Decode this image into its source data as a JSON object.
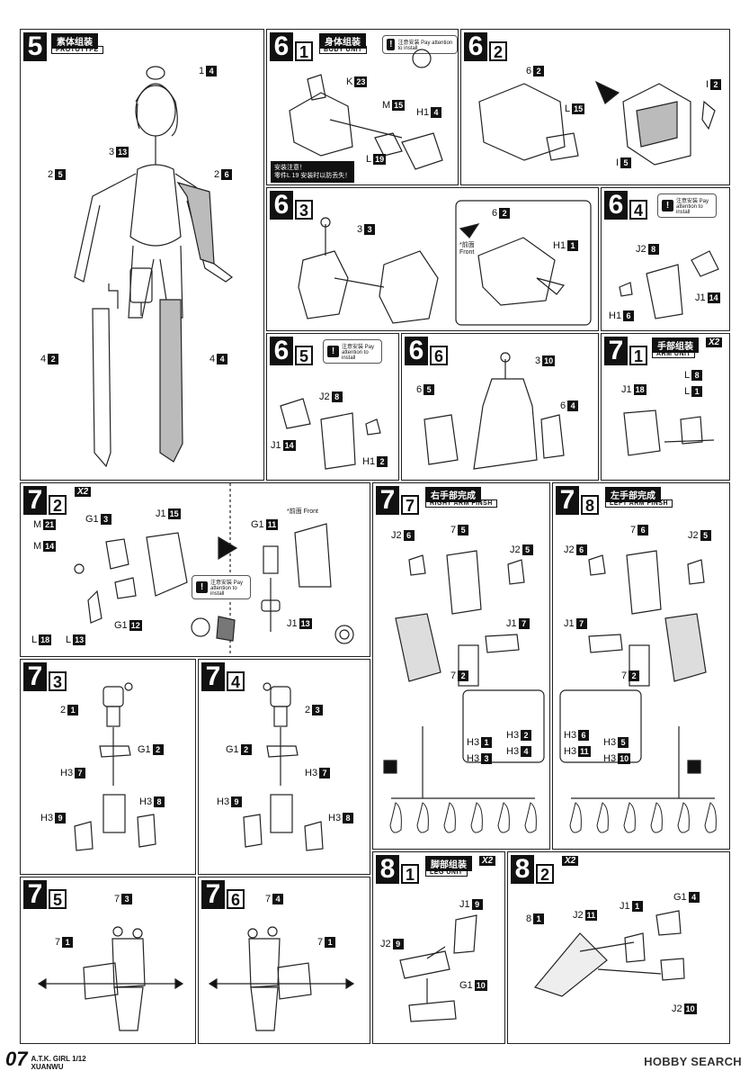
{
  "page": {
    "number": "07",
    "kit_name": "A.T.K. GIRL 1/12",
    "kit_sub": "XUANWU",
    "watermark": "HOBBY SEARCH"
  },
  "steps": {
    "s5": {
      "num": "5",
      "title": "素体组装",
      "subtitle": "PROTOTYPE",
      "labels": {
        "a": "1",
        "an": "4",
        "b": "3",
        "bn": "13",
        "c": "2",
        "cn": "5",
        "d": "2",
        "dn": "6",
        "e": "4",
        "en": "2",
        "f": "4",
        "fn": "4"
      }
    },
    "s61": {
      "num": "6",
      "sub": "1",
      "title": "身体组装",
      "subtitle": "BODY UNIT",
      "labels": {
        "k": "K",
        "kn": "23",
        "m": "M",
        "mn": "15",
        "h": "H1",
        "hn": "4",
        "l": "L",
        "ln": "19"
      },
      "note": "注意安装 Pay attention to install",
      "alert1": "安装注意！",
      "alert2": "零件L 19 安装时以防丢失！"
    },
    "s62": {
      "num": "6",
      "sub": "2",
      "labels": {
        "a": "6",
        "an": "2",
        "l": "L",
        "ln": "15",
        "i2": "I",
        "i2n": "2",
        "i5": "I",
        "i5n": "5"
      }
    },
    "s63": {
      "num": "6",
      "sub": "3",
      "labels": {
        "a": "3",
        "an": "3",
        "b": "6",
        "bn": "2",
        "h": "H1",
        "hn": "1"
      },
      "front": "*前面 Front"
    },
    "s64": {
      "num": "6",
      "sub": "4",
      "labels": {
        "j2": "J2",
        "j2n": "8",
        "j1": "J1",
        "j1n": "14",
        "h": "H1",
        "hn": "6"
      },
      "note": "注意安装 Pay attention to install"
    },
    "s65": {
      "num": "6",
      "sub": "5",
      "labels": {
        "j2": "J2",
        "j2n": "8",
        "j1": "J1",
        "j1n": "14",
        "h": "H1",
        "hn": "2"
      },
      "note": "注意安装 Pay attention to install"
    },
    "s66": {
      "num": "6",
      "sub": "6",
      "labels": {
        "a": "3",
        "an": "10",
        "b": "6",
        "bn": "5",
        "c": "6",
        "cn": "4"
      }
    },
    "s71": {
      "num": "7",
      "sub": "1",
      "title": "手部组装",
      "subtitle": "ARM UNIT",
      "x2": "X2",
      "labels": {
        "j1": "J1",
        "j1n": "18",
        "l1": "L",
        "l1n": "8",
        "l2": "L",
        "l2n": "1"
      }
    },
    "s72": {
      "num": "7",
      "sub": "2",
      "x2": "X2",
      "labels": {
        "m1": "M",
        "m1n": "21",
        "m2": "M",
        "m2n": "14",
        "g1": "G1",
        "g1n": "3",
        "j1": "J1",
        "j1n": "15",
        "g2": "G1",
        "g2n": "12",
        "l": "L",
        "ln": "18",
        "l2": "L",
        "l2n": "13",
        "g3": "G1",
        "g3n": "11",
        "j3": "J1",
        "j3n": "13"
      },
      "front": "*前面 Front",
      "note": "注意安装 Pay attention to install"
    },
    "s77": {
      "num": "7",
      "sub": "7",
      "title": "右手部完成",
      "subtitle": "RIGHT ARM FINSH",
      "labels": {
        "j2a": "J2",
        "j2an": "6",
        "s": "7",
        "sn": "5",
        "j2b": "J2",
        "j2bn": "5",
        "j1": "J1",
        "j1n": "7",
        "t": "7",
        "tn": "2",
        "h1": "H3",
        "h1n": "1",
        "h2": "H3",
        "h2n": "2",
        "h3": "H3",
        "h3n": "3",
        "h4": "H3",
        "h4n": "4"
      }
    },
    "s78": {
      "num": "7",
      "sub": "8",
      "title": "左手部完成",
      "subtitle": "LEFT ARM FINSH",
      "labels": {
        "j2a": "J2",
        "j2an": "6",
        "s": "7",
        "sn": "6",
        "j2b": "J2",
        "j2bn": "5",
        "j1": "J1",
        "j1n": "7",
        "t": "7",
        "tn": "2",
        "h1": "H3",
        "h1n": "6",
        "h2": "H3",
        "h2n": "5",
        "h3": "H3",
        "h3n": "11",
        "h4": "H3",
        "h4n": "10"
      }
    },
    "s73": {
      "num": "7",
      "sub": "3",
      "labels": {
        "a": "2",
        "an": "1",
        "g": "G1",
        "gn": "2",
        "h7": "H3",
        "h7n": "7",
        "h8": "H3",
        "h8n": "8",
        "h9": "H3",
        "h9n": "9"
      }
    },
    "s74": {
      "num": "7",
      "sub": "4",
      "labels": {
        "a": "2",
        "an": "3",
        "g": "G1",
        "gn": "2",
        "h7": "H3",
        "h7n": "7",
        "h8": "H3",
        "h8n": "8",
        "h9": "H3",
        "h9n": "9"
      }
    },
    "s75": {
      "num": "7",
      "sub": "5",
      "labels": {
        "a": "7",
        "an": "3",
        "b": "7",
        "bn": "1"
      }
    },
    "s76": {
      "num": "7",
      "sub": "6",
      "labels": {
        "a": "7",
        "an": "4",
        "b": "7",
        "bn": "1"
      }
    },
    "s81": {
      "num": "8",
      "sub": "1",
      "title": "脚部组装",
      "subtitle": "LEG UNIT",
      "x2": "X2",
      "labels": {
        "j1": "J1",
        "j1n": "9",
        "j2": "J2",
        "j2n": "9",
        "g": "G1",
        "gn": "10"
      }
    },
    "s82": {
      "num": "8",
      "sub": "2",
      "x2": "X2",
      "labels": {
        "a": "8",
        "an": "1",
        "j2": "J2",
        "j2n": "11",
        "j1": "J1",
        "j1n": "1",
        "g": "G1",
        "gn": "4",
        "j3": "J2",
        "j3n": "10"
      }
    }
  }
}
